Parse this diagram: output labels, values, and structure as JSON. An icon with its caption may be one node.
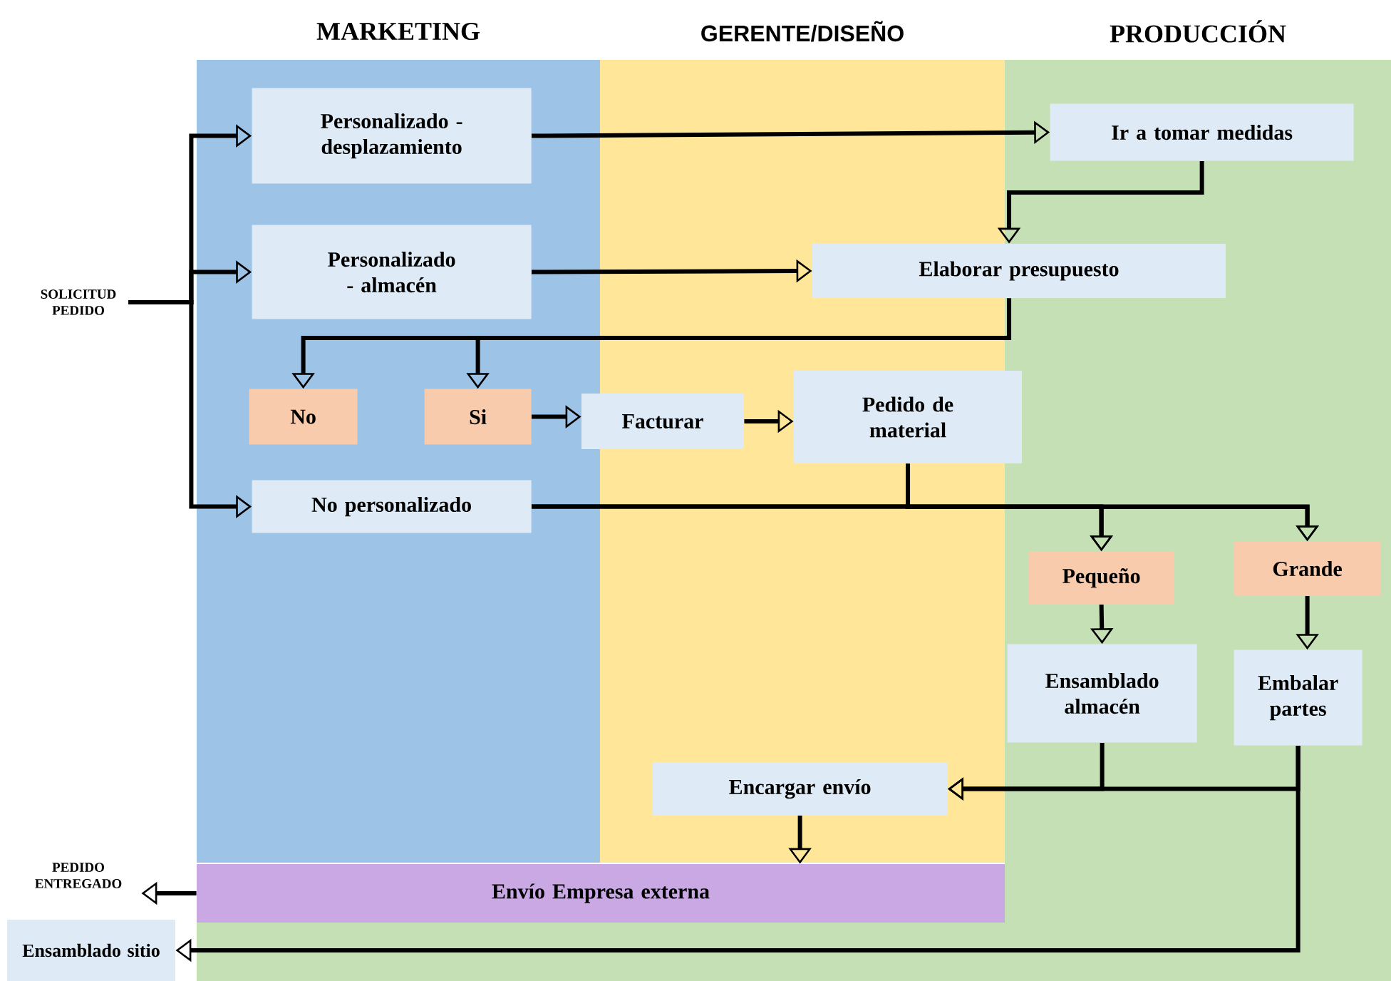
{
  "diagram": {
    "nodes": [
      {
        "text": [
          "MARKETING"
        ]
      },
      {
        "text": [
          "GERENTE/DISEÑO"
        ]
      },
      {
        "text": [
          "PRODUCCIÓN"
        ]
      },
      {
        "text": [
          "SOLICITUD PEDIDO"
        ]
      },
      {
        "text": [
          "Personalizado - desplazamiento"
        ],
        "in": 0
      },
      {
        "text": [
          "Ir a tomar medidas"
        ],
        "in": 2
      },
      {
        "text": [
          "Personalizado - almacén"
        ],
        "in": 0
      },
      {
        "text": [
          "Elaborar presupuesto"
        ]
      },
      {
        "text": [
          "No"
        ],
        "in": 0
      },
      {
        "text": [
          "Si"
        ],
        "in": 0
      },
      {
        "text": [
          "Facturar"
        ]
      },
      {
        "text": [
          "Pedido de material"
        ]
      },
      {
        "text": [
          "No personalizado"
        ],
        "in": 0
      },
      {
        "text": [
          "Pequeño"
        ],
        "in": 2
      },
      {
        "text": [
          "Grande"
        ],
        "in": 2
      },
      {
        "text": [
          "Ensamblado almacén"
        ],
        "in": 2
      },
      {
        "text": [
          "Embalar partes"
        ],
        "in": 2
      },
      {
        "text": [
          "Encargar envío"
        ],
        "in": 1
      },
      {
        "text": [
          "Envío Empresa externa"
        ]
      },
      {
        "text": [
          "PEDIDO ENTREGADO"
        ]
      },
      {
        "text": [
          "Ensamblado sitio"
        ]
      }
    ],
    "edges": [
      {
        "from": 3,
        "to": 4,
        "arrow": "to"
      },
      {
        "from": 3,
        "to": 6,
        "arrow": "to"
      },
      {
        "from": 3,
        "to": 12,
        "arrow": "to"
      },
      {
        "from": 4,
        "to": 5,
        "arrow": "to"
      },
      {
        "from": 5,
        "to": 7,
        "arrow": "to"
      },
      {
        "from": 6,
        "to": 7,
        "arrow": "to"
      },
      {
        "from": 7,
        "to": 8,
        "arrow": "to"
      },
      {
        "from": 7,
        "to": 9,
        "arrow": "to"
      },
      {
        "from": 9,
        "to": 10,
        "arrow": "to"
      },
      {
        "from": 10,
        "to": 11,
        "arrow": "to"
      },
      {
        "from": 12,
        "to": 13,
        "arrow": "to"
      },
      {
        "from": 12,
        "to": 14,
        "arrow": "to"
      },
      {
        "from": 11,
        "to": 13,
        "arrow": "to"
      },
      {
        "from": 11,
        "to": 14,
        "arrow": "to"
      },
      {
        "from": 13,
        "to": 15,
        "arrow": "to"
      },
      {
        "from": 14,
        "to": 16,
        "arrow": "to"
      },
      {
        "from": 15,
        "to": 17,
        "arrow": "to"
      },
      {
        "from": 16,
        "to": 17,
        "arrow": "to"
      },
      {
        "from": 16,
        "to": 20,
        "arrow": "to"
      },
      {
        "from": 17,
        "to": 18,
        "arrow": "to"
      },
      {
        "from": 18,
        "to": 19,
        "arrow": "to"
      }
    ]
  }
}
